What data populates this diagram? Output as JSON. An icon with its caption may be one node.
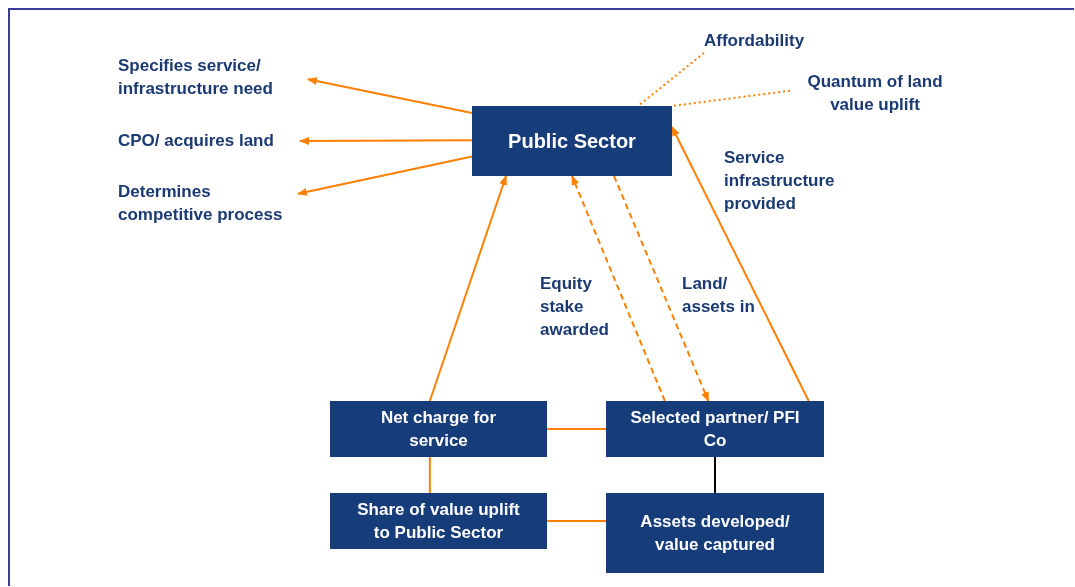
{
  "diagram": {
    "nodes": [
      {
        "text": [
          "Public Sector"
        ]
      },
      {
        "text": [
          "Specifies service/ infrastructure need"
        ]
      },
      {
        "text": [
          "CPO/ acquires land"
        ]
      },
      {
        "text": [
          "Determines competitive process"
        ]
      },
      {
        "text": [
          "Affordability"
        ]
      },
      {
        "text": [
          "Quantum of land value uplift"
        ]
      },
      {
        "text": [
          "Net charge for service"
        ]
      },
      {
        "text": [
          "Selected partner/ PFI Co"
        ]
      },
      {
        "text": [
          "Share of value uplift to Public Sector"
        ]
      },
      {
        "text": [
          "Assets developed/ value captured"
        ]
      }
    ],
    "edges": [
      {
        "from": 0,
        "to": 1,
        "arrow": "to"
      },
      {
        "from": 0,
        "to": 2,
        "arrow": "to"
      },
      {
        "from": 0,
        "to": 3,
        "arrow": "to"
      },
      {
        "from": 4,
        "to": 0,
        "arrow": "none",
        "style": "dashed"
      },
      {
        "from": 5,
        "to": 0,
        "arrow": "none",
        "style": "dashed"
      },
      {
        "from": 6,
        "to": 0,
        "arrow": "to"
      },
      {
        "from": 7,
        "to": 0,
        "arrow": "to",
        "label": "Service infrastructure provided"
      },
      {
        "from": 7,
        "to": 0,
        "arrow": "to",
        "style": "dashed",
        "label": "Equity stake awarded"
      },
      {
        "from": 0,
        "to": 7,
        "arrow": "to",
        "style": "dashed",
        "label": "Land/ assets in"
      },
      {
        "from": 6,
        "to": 7,
        "arrow": "none"
      },
      {
        "from": 6,
        "to": 8,
        "arrow": "none"
      },
      {
        "from": 8,
        "to": 9,
        "arrow": "none"
      },
      {
        "from": 7,
        "to": 9,
        "arrow": "none",
        "color": "#000000"
      }
    ]
  }
}
